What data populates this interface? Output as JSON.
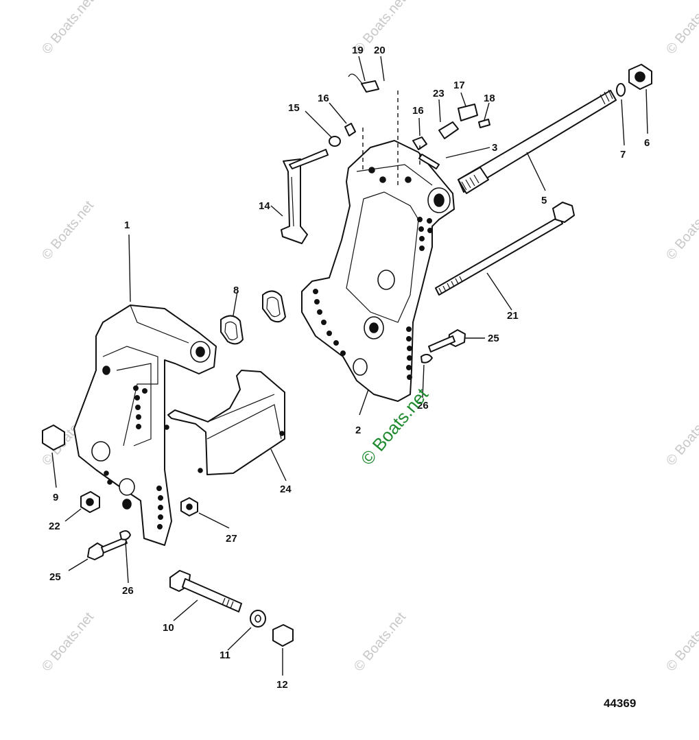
{
  "figure_number": "44369",
  "watermark": {
    "text": "© Boats.net",
    "center_text": "© Boats.net",
    "center_color": "#1e8a2e",
    "faint_color": "#c8c8c8"
  },
  "callouts": [
    {
      "id": "c1",
      "label": "1"
    },
    {
      "id": "c2",
      "label": "2"
    },
    {
      "id": "c3",
      "label": "3"
    },
    {
      "id": "c5",
      "label": "5"
    },
    {
      "id": "c6",
      "label": "6"
    },
    {
      "id": "c7",
      "label": "7"
    },
    {
      "id": "c8",
      "label": "8"
    },
    {
      "id": "c9",
      "label": "9"
    },
    {
      "id": "c10",
      "label": "10"
    },
    {
      "id": "c11",
      "label": "11"
    },
    {
      "id": "c12",
      "label": "12"
    },
    {
      "id": "c14",
      "label": "14"
    },
    {
      "id": "c15",
      "label": "15"
    },
    {
      "id": "c16a",
      "label": "16"
    },
    {
      "id": "c16b",
      "label": "16"
    },
    {
      "id": "c17",
      "label": "17"
    },
    {
      "id": "c18",
      "label": "18"
    },
    {
      "id": "c19",
      "label": "19"
    },
    {
      "id": "c20",
      "label": "20"
    },
    {
      "id": "c21",
      "label": "21"
    },
    {
      "id": "c22",
      "label": "22"
    },
    {
      "id": "c23",
      "label": "23"
    },
    {
      "id": "c24",
      "label": "24"
    },
    {
      "id": "c25a",
      "label": "25"
    },
    {
      "id": "c25b",
      "label": "25"
    },
    {
      "id": "c26a",
      "label": "26"
    },
    {
      "id": "c26b",
      "label": "26"
    },
    {
      "id": "c27",
      "label": "27"
    }
  ]
}
